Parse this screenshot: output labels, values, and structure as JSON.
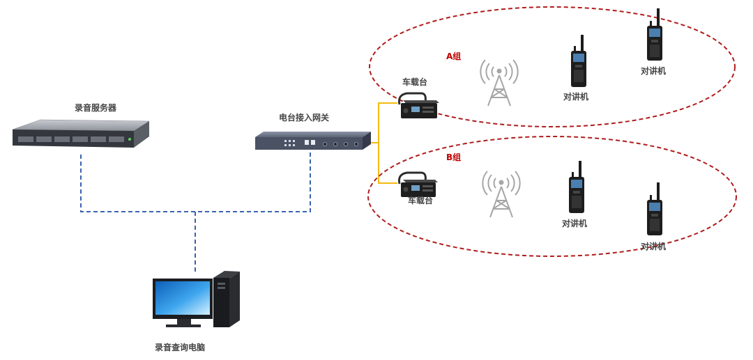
{
  "nodes": {
    "server": "录音服务器",
    "gateway": "电台接入网关",
    "pc": "录音查询电脑"
  },
  "group_a": {
    "title": "A组",
    "vehicle_radio": "车载台",
    "walkie_1": "对讲机",
    "walkie_2": "对讲机"
  },
  "group_b": {
    "title": "B组",
    "vehicle_radio": "车载台",
    "walkie_1": "对讲机",
    "walkie_2": "对讲机"
  },
  "colors": {
    "network_link": "#3a62b0",
    "radio_link": "#f3bb12",
    "group_outline": "#b01c1c",
    "group_label": "#c00000",
    "label": "#444444",
    "tower": "#a6a6a6"
  }
}
